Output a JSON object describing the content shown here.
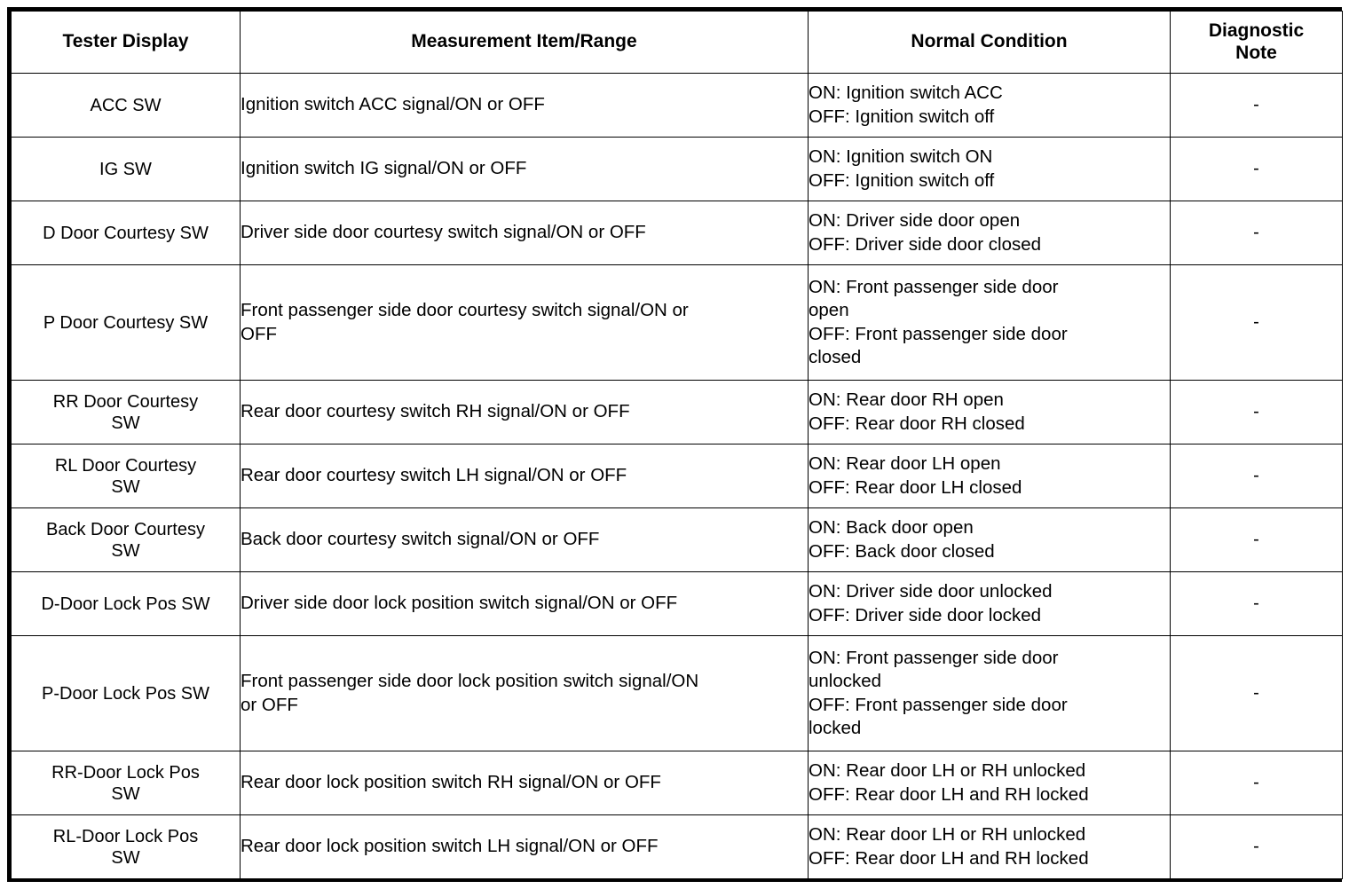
{
  "table": {
    "columns": [
      {
        "key": "display",
        "label": "Tester Display"
      },
      {
        "key": "item",
        "label": "Measurement Item/Range"
      },
      {
        "key": "cond",
        "label": "Normal Condition"
      },
      {
        "key": "note",
        "label": "Diagnostic\nNote"
      }
    ],
    "rows": [
      {
        "display": "ACC SW",
        "item": "Ignition switch ACC signal/ON or OFF",
        "cond": "ON: Ignition switch ACC\nOFF: Ignition switch off",
        "note": "-",
        "lines": 2
      },
      {
        "display": "IG SW",
        "item": "Ignition switch IG signal/ON or OFF",
        "cond": "ON: Ignition switch ON\nOFF: Ignition switch off",
        "note": "-",
        "lines": 2
      },
      {
        "display": "D Door Courtesy SW",
        "item": "Driver side door courtesy switch signal/ON or OFF",
        "cond": "ON: Driver side door open\nOFF: Driver side door closed",
        "note": "-",
        "lines": 2
      },
      {
        "display": "P Door Courtesy SW",
        "item": "Front passenger side door courtesy switch signal/ON or\nOFF",
        "cond": "ON: Front passenger side door\nopen\nOFF: Front passenger side door\nclosed",
        "note": "-",
        "lines": 4
      },
      {
        "display": "RR Door Courtesy\nSW",
        "item": "Rear door courtesy switch RH signal/ON or OFF",
        "cond": "ON: Rear door RH open\nOFF: Rear door RH closed",
        "note": "-",
        "lines": 2
      },
      {
        "display": "RL Door Courtesy\nSW",
        "item": "Rear door courtesy switch LH signal/ON or OFF",
        "cond": "ON: Rear door LH open\nOFF: Rear door LH closed",
        "note": "-",
        "lines": 2
      },
      {
        "display": "Back Door Courtesy\nSW",
        "item": "Back door courtesy switch signal/ON or OFF",
        "cond": "ON: Back door open\nOFF: Back door closed",
        "note": "-",
        "lines": 2
      },
      {
        "display": "D-Door Lock Pos SW",
        "item": "Driver side door lock position switch signal/ON or OFF",
        "cond": "ON: Driver side door unlocked\nOFF: Driver side door locked",
        "note": "-",
        "lines": 2
      },
      {
        "display": "P-Door Lock Pos SW",
        "item": "Front passenger side door lock position switch signal/ON\nor OFF",
        "cond": "ON: Front passenger side door\nunlocked\nOFF: Front passenger side door\nlocked",
        "note": "-",
        "lines": 4
      },
      {
        "display": "RR-Door Lock Pos\nSW",
        "item": "Rear door lock position switch RH signal/ON or OFF",
        "cond": "ON: Rear door LH or RH unlocked\nOFF: Rear door LH and RH locked",
        "note": "-",
        "lines": 2
      },
      {
        "display": "RL-Door Lock Pos\nSW",
        "item": "Rear door lock position switch LH signal/ON or OFF",
        "cond": "ON: Rear door LH or RH unlocked\nOFF: Rear door LH and RH locked",
        "note": "-",
        "lines": 2
      }
    ]
  },
  "colors": {
    "border": "#000000",
    "text": "#000000",
    "background": "#ffffff"
  }
}
